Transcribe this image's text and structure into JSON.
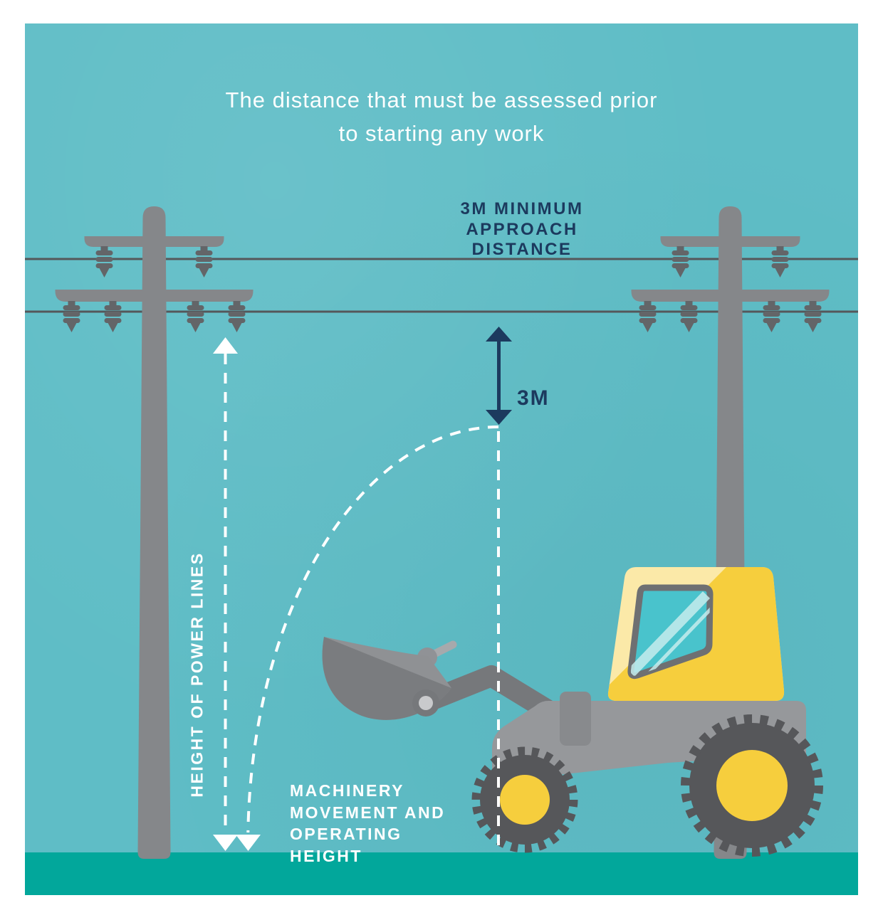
{
  "title": {
    "line1": "The distance that must be assessed prior",
    "line2": "to starting any work"
  },
  "annotations": {
    "approach": {
      "lines": [
        "3M MINIMUM",
        "APPROACH",
        "DISTANCE"
      ]
    },
    "arrow_label": "3M",
    "power_line_height_label": "HEIGHT OF POWER LINES",
    "machinery": {
      "lines": [
        "MACHINERY",
        "MOVEMENT AND",
        "OPERATING",
        "HEIGHT"
      ]
    }
  },
  "colors": {
    "background_teal": "#5FBDC6",
    "ground_green": "#02A79B",
    "navy": "#1C3A5E",
    "white": "#FFFFFF",
    "pole_gray": "#85878A",
    "insulator_gray": "#636568",
    "wire_gray": "#55575A",
    "machine_yellow": "#F6CE3D",
    "cab_highlight_yellow": "#FBE9A8",
    "window_teal": "#49C3CC",
    "chassis_gray": "#96989B",
    "wheel_dark_gray": "#56575A"
  },
  "icons": {
    "up_arrow": "dashed measurement up arrow",
    "down_arrow": "dashed measurement down arrow",
    "double_arrow": "3m clearance double-headed arrow"
  }
}
